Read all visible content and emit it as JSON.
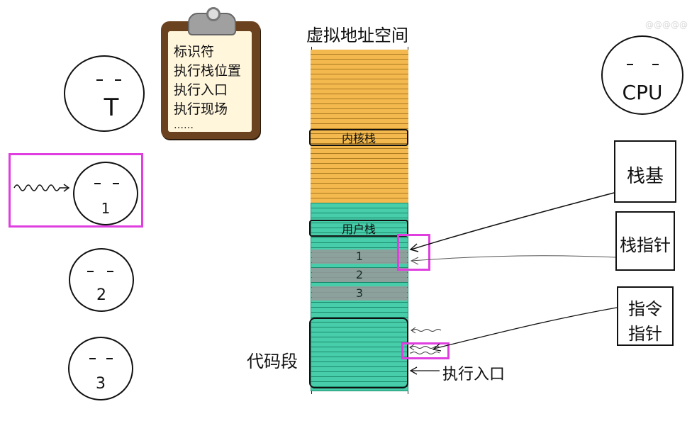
{
  "watermark": "@@@@@",
  "threads": {
    "t_label": "T",
    "t1_label": "1",
    "t2_label": "2",
    "t3_label": "3"
  },
  "clipboard": {
    "items": [
      "标识符",
      "执行栈位置",
      "执行入口",
      "执行现场",
      "……"
    ]
  },
  "address_space": {
    "title": "虚拟地址空间",
    "kernel_stack": "内核栈",
    "user_stack": "用户栈",
    "stack_frames": [
      "1",
      "2",
      "3"
    ],
    "code_segment": "代码段",
    "entry_label": "执行入口"
  },
  "cpu": {
    "label": "CPU",
    "stack_base": "栈基",
    "stack_pointer": "栈指针",
    "instruction_pointer_line1": "指令",
    "instruction_pointer_line2": "指针"
  },
  "colors": {
    "kernel": "#f3b94f",
    "user": "#47cdaa",
    "highlight": "#e03fe0"
  }
}
